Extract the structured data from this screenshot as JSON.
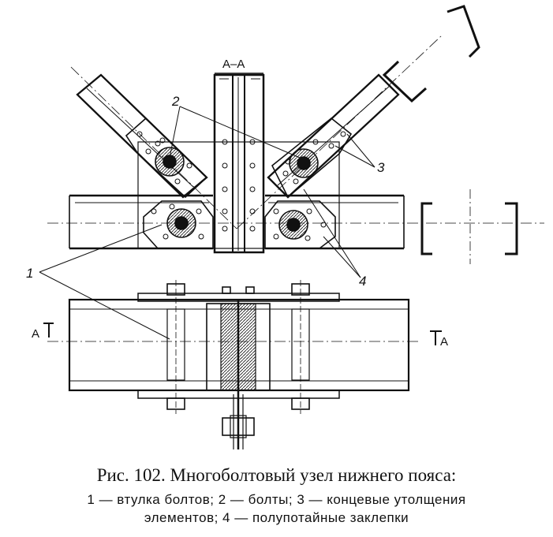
{
  "figure": {
    "section_label": "A–A",
    "callouts": [
      "1",
      "2",
      "3",
      "4"
    ],
    "cut_marks": [
      "A",
      "A"
    ]
  },
  "caption": {
    "title": "Рис. 102. Многоболтовый узел нижнего пояса:",
    "line1": "1 — втулка болтов; 2 — болты; 3 — концевые утолщения",
    "line2": "элементов; 4 — полупотайные заклепки"
  }
}
